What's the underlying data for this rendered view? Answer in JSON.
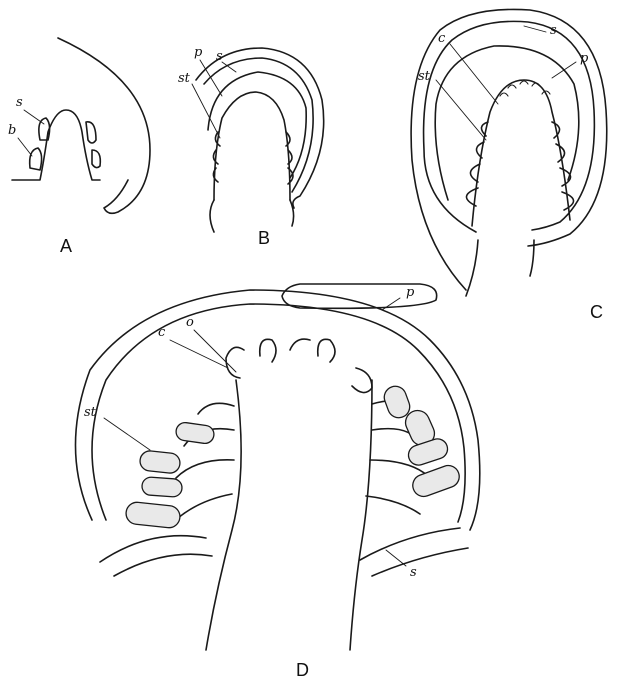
{
  "panels": {
    "a": {
      "panel_label": "A",
      "labels": {
        "s": "s",
        "b": "b"
      }
    },
    "b": {
      "panel_label": "B",
      "labels": {
        "s": "s",
        "p": "p",
        "st": "st"
      }
    },
    "c": {
      "panel_label": "C",
      "labels": {
        "c": "c",
        "s": "s",
        "p": "p",
        "st": "st"
      }
    },
    "d": {
      "panel_label": "D",
      "labels": {
        "p": "p",
        "c": "c",
        "o": "o",
        "st": "st",
        "s": "s"
      }
    }
  },
  "colors": {
    "ink": "#1a1a1a",
    "pollen_stipple": "#e9e9e9",
    "background": "#ffffff"
  }
}
